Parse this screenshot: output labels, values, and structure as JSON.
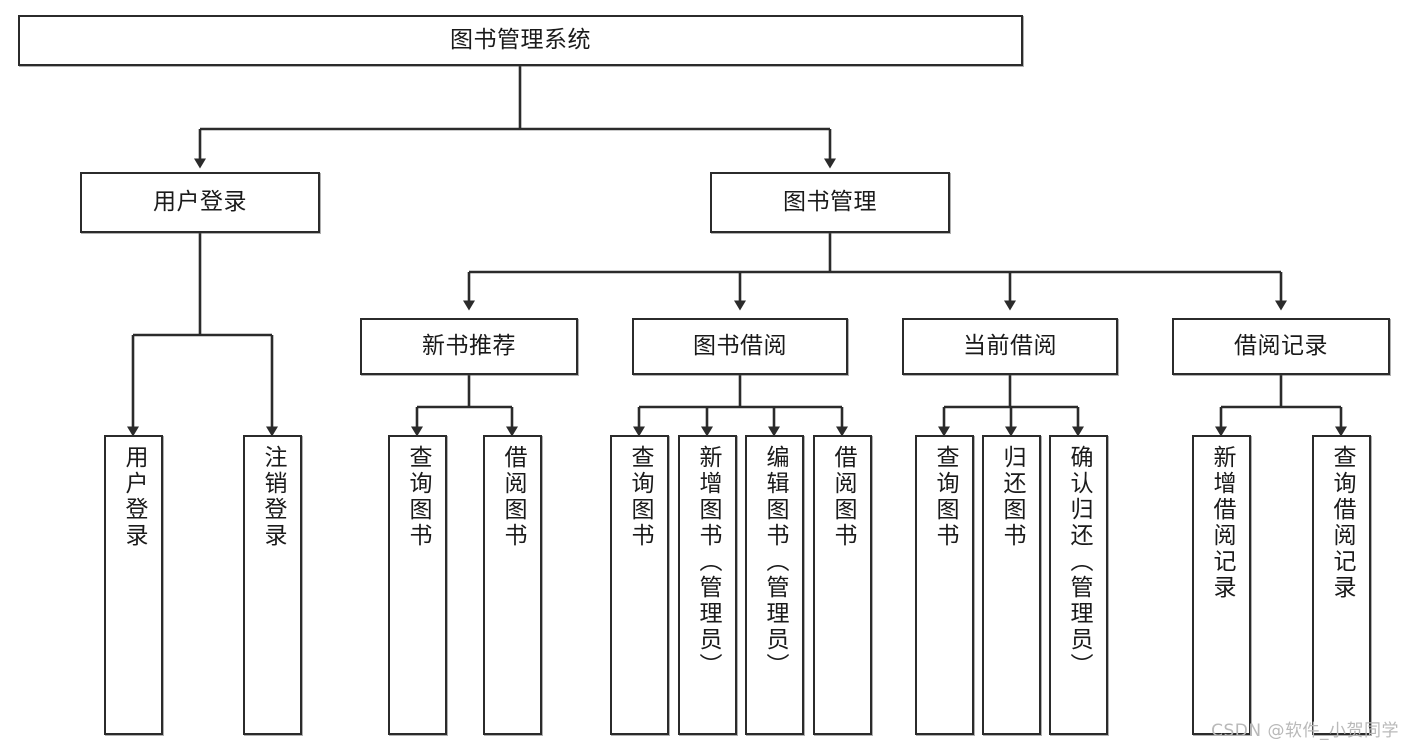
{
  "diagram": {
    "title": "图书管理系统",
    "type": "tree-hierarchy",
    "watermark": "CSDN @软件_小贺同学",
    "colors": {
      "background": "#ffffff",
      "node_border": "#2b2b2b",
      "node_fill": "#ffffff",
      "edge": "#2b2b2b",
      "text": "#1a1a1a",
      "watermark": "#b9b9b9"
    },
    "nodes": {
      "root": {
        "label": "图书管理系统"
      },
      "level2": [
        {
          "id": "user-login",
          "label": "用户登录"
        },
        {
          "id": "book-management",
          "label": "图书管理"
        }
      ],
      "level3": [
        {
          "id": "new-book-recommend",
          "label": "新书推荐"
        },
        {
          "id": "book-borrow",
          "label": "图书借阅"
        },
        {
          "id": "current-borrow",
          "label": "当前借阅"
        },
        {
          "id": "borrow-record",
          "label": "借阅记录"
        }
      ],
      "leaves": {
        "user-login": [
          {
            "id": "leaf-user-login",
            "label": "用户登录"
          },
          {
            "id": "leaf-logout-login",
            "label": "注销登录"
          }
        ],
        "new-book-recommend": [
          {
            "id": "leaf-query-book-1",
            "label": "查询图书"
          },
          {
            "id": "leaf-borrow-book-1",
            "label": "借阅图书"
          }
        ],
        "book-borrow": [
          {
            "id": "leaf-query-book-2",
            "label": "查询图书"
          },
          {
            "id": "leaf-add-book",
            "label": "新增图书（管理员）"
          },
          {
            "id": "leaf-edit-book",
            "label": "编辑图书（管理员）"
          },
          {
            "id": "leaf-borrow-book-2",
            "label": "借阅图书"
          }
        ],
        "current-borrow": [
          {
            "id": "leaf-query-book-3",
            "label": "查询图书"
          },
          {
            "id": "leaf-return-book",
            "label": "归还图书"
          },
          {
            "id": "leaf-confirm-return",
            "label": "确认归还（管理员）"
          }
        ],
        "borrow-record": [
          {
            "id": "leaf-add-record",
            "label": "新增借阅记录"
          },
          {
            "id": "leaf-query-record",
            "label": "查询借阅记录"
          }
        ]
      }
    },
    "edges": [
      {
        "from": "图书管理系统",
        "to": "用户登录"
      },
      {
        "from": "图书管理系统",
        "to": "图书管理"
      },
      {
        "from": "用户登录",
        "to": "用户登录"
      },
      {
        "from": "用户登录",
        "to": "注销登录"
      },
      {
        "from": "图书管理",
        "to": "新书推荐"
      },
      {
        "from": "图书管理",
        "to": "图书借阅"
      },
      {
        "from": "图书管理",
        "to": "当前借阅"
      },
      {
        "from": "图书管理",
        "to": "借阅记录"
      },
      {
        "from": "新书推荐",
        "to": "查询图书"
      },
      {
        "from": "新书推荐",
        "to": "借阅图书"
      },
      {
        "from": "图书借阅",
        "to": "查询图书"
      },
      {
        "from": "图书借阅",
        "to": "新增图书（管理员）"
      },
      {
        "from": "图书借阅",
        "to": "编辑图书（管理员）"
      },
      {
        "from": "图书借阅",
        "to": "借阅图书"
      },
      {
        "from": "当前借阅",
        "to": "查询图书"
      },
      {
        "from": "当前借阅",
        "to": "归还图书"
      },
      {
        "from": "当前借阅",
        "to": "确认归还（管理员）"
      },
      {
        "from": "借阅记录",
        "to": "新增借阅记录"
      },
      {
        "from": "借阅记录",
        "to": "查询借阅记录"
      }
    ]
  }
}
